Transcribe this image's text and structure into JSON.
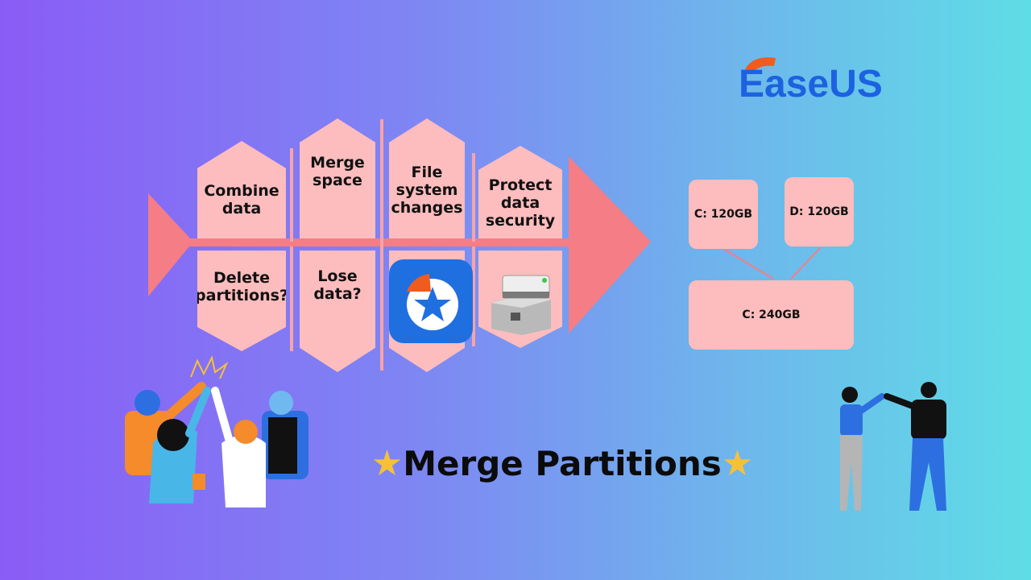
{
  "brand": {
    "logo_text": "EaseUS"
  },
  "fishbone": {
    "top": [
      "Combine\ndata",
      "Merge\nspace",
      "File\nsystem\nchanges",
      "Protect\ndata\nsecurity"
    ],
    "bottom": [
      "Delete\npartitions?",
      "Lose\ndata?"
    ]
  },
  "partitions": {
    "c_before": "C: 120GB",
    "d_before": "D: 120GB",
    "c_after": "C: 240GB"
  },
  "title": {
    "text": "Merge Partitions"
  },
  "colors": {
    "pink": "#fdbcbd",
    "arrow": "#f47d86",
    "star": "#f6c03a",
    "brand_blue": "#1c62e0",
    "brand_orange": "#f25b1e"
  }
}
